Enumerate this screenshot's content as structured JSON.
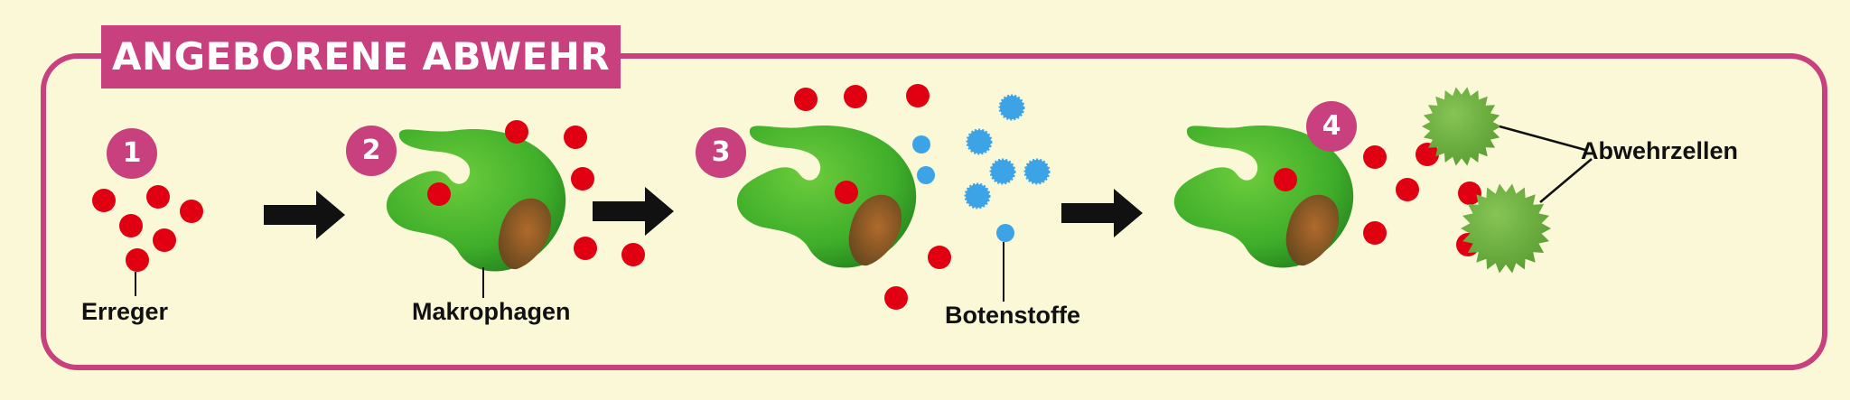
{
  "title": "ANGEBORENE ABWEHR",
  "steps": [
    "1",
    "2",
    "3",
    "4"
  ],
  "labels": {
    "erreger": "Erreger",
    "makrophagen": "Makrophagen",
    "botenstoffe": "Botenstoffe",
    "abwehrzellen": "Abwehrzellen"
  },
  "colors": {
    "accent": "#c8407d",
    "pathogen": "#e00012",
    "messenger": "#3ba3e6",
    "macrophage": "#3fae2a",
    "defense_cell": "#72b244",
    "background": "#fbf8d8"
  }
}
